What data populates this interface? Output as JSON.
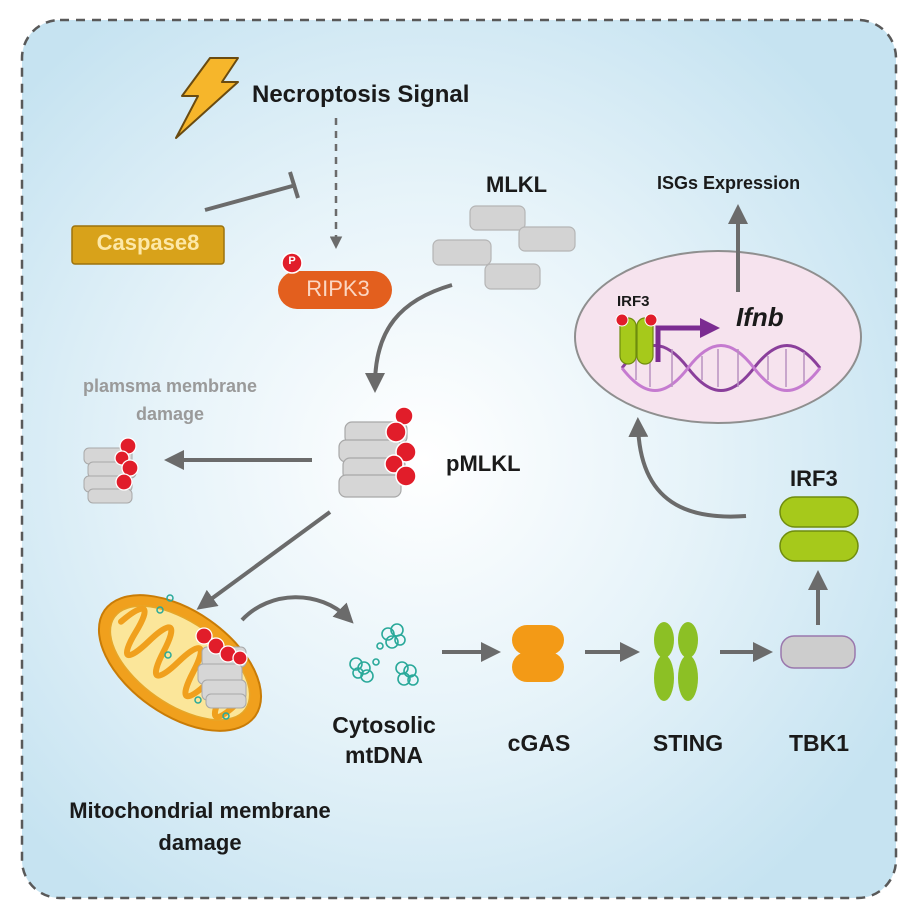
{
  "labels": {
    "necroptosis_signal": "Necroptosis Signal",
    "mlkl": "MLKL",
    "caspase8": "Caspase8",
    "ripk3": "RIPK3",
    "isgs_expression": "ISGs Expression",
    "irf3_nucleus": "IRF3",
    "ifnb": "Ifnb",
    "plasma_damage_line1": "plamsma membrane",
    "plasma_damage_line2": "damage",
    "pmlkl": "pMLKL",
    "irf3": "IRF3",
    "cytosolic_line1": "Cytosolic",
    "cytosolic_line2": "mtDNA",
    "cgas": "cGAS",
    "sting": "STING",
    "tbk1": "TBK1",
    "mito_damage_line1": "Mitochondrial membrane",
    "mito_damage_line2": "damage",
    "phospho": "P"
  },
  "colors": {
    "background": "#d3eaf4",
    "caspase8": "#d8a21a",
    "ripk3": "#e35f1e",
    "phospho": "#e11d2a",
    "mlkl": "#d2d2d2",
    "irf3": "#a6c91b",
    "cgas": "#f39a16",
    "sting": "#8cc025",
    "tbk1": "#cdcdcd",
    "nucleus": "#f6e3ee",
    "dna": "#8a3f9b",
    "arrow": "#6b6b6b",
    "mito_outer": "#f0a01d",
    "mtdna": "#2aa99a"
  }
}
